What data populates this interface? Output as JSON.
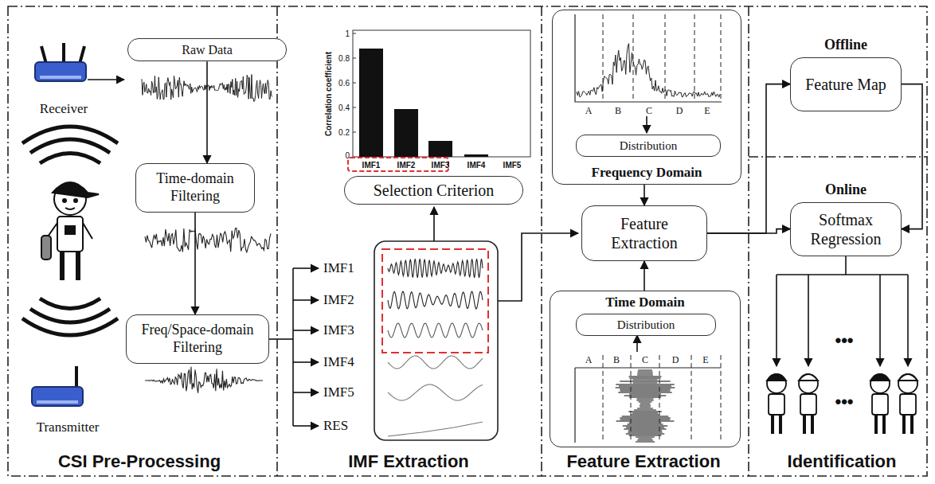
{
  "diagram": {
    "nodes": [
      {
        "text": [
          "Raw Data"
        ]
      },
      {
        "text": [
          "Time-domain Filtering"
        ]
      },
      {
        "text": [
          "Freq/Space-domain Filtering"
        ]
      },
      {
        "text": [
          "Selection Criterion"
        ]
      },
      {
        "text": [
          "Frequency Domain"
        ]
      },
      {
        "text": [
          "Distribution"
        ],
        "in": 4
      },
      {
        "text": [
          "Feature Extraction"
        ]
      },
      {
        "text": [
          "Time Domain"
        ]
      },
      {
        "text": [
          "Distribution"
        ],
        "in": 7
      },
      {
        "text": [
          "Offline",
          "Feature Map"
        ]
      },
      {
        "text": [
          "Online",
          "Softmax Regression"
        ]
      }
    ],
    "edges": [
      {
        "from": 0,
        "to": 1,
        "arrow": "to"
      },
      {
        "from": 1,
        "to": 2,
        "arrow": "to"
      },
      {
        "from": 4,
        "to": 6,
        "arrow": "to"
      },
      {
        "from": 7,
        "to": 6,
        "arrow": "to"
      },
      {
        "from": 6,
        "to": 9,
        "arrow": "to"
      },
      {
        "from": 6,
        "to": 10,
        "arrow": "to"
      },
      {
        "from": 9,
        "to": 10,
        "arrow": "to"
      }
    ],
    "labels": [
      "Receiver",
      "Transmitter",
      "CSI Pre-Processing",
      "IMF Extraction",
      "Feature Extraction",
      "Identification",
      "1",
      "0.8",
      "0.6",
      "0.4",
      "0.2",
      "0",
      "Correlation coefficient",
      "IMF1",
      "IMF2",
      "IMF3",
      "IMF4",
      "IMF5",
      "IMF1",
      "IMF2",
      "IMF3",
      "IMF4",
      "IMF5",
      "RES",
      "A",
      "B",
      "C",
      "D",
      "E",
      "A",
      "B",
      "C",
      "D",
      "E",
      "•••",
      "•••"
    ]
  }
}
